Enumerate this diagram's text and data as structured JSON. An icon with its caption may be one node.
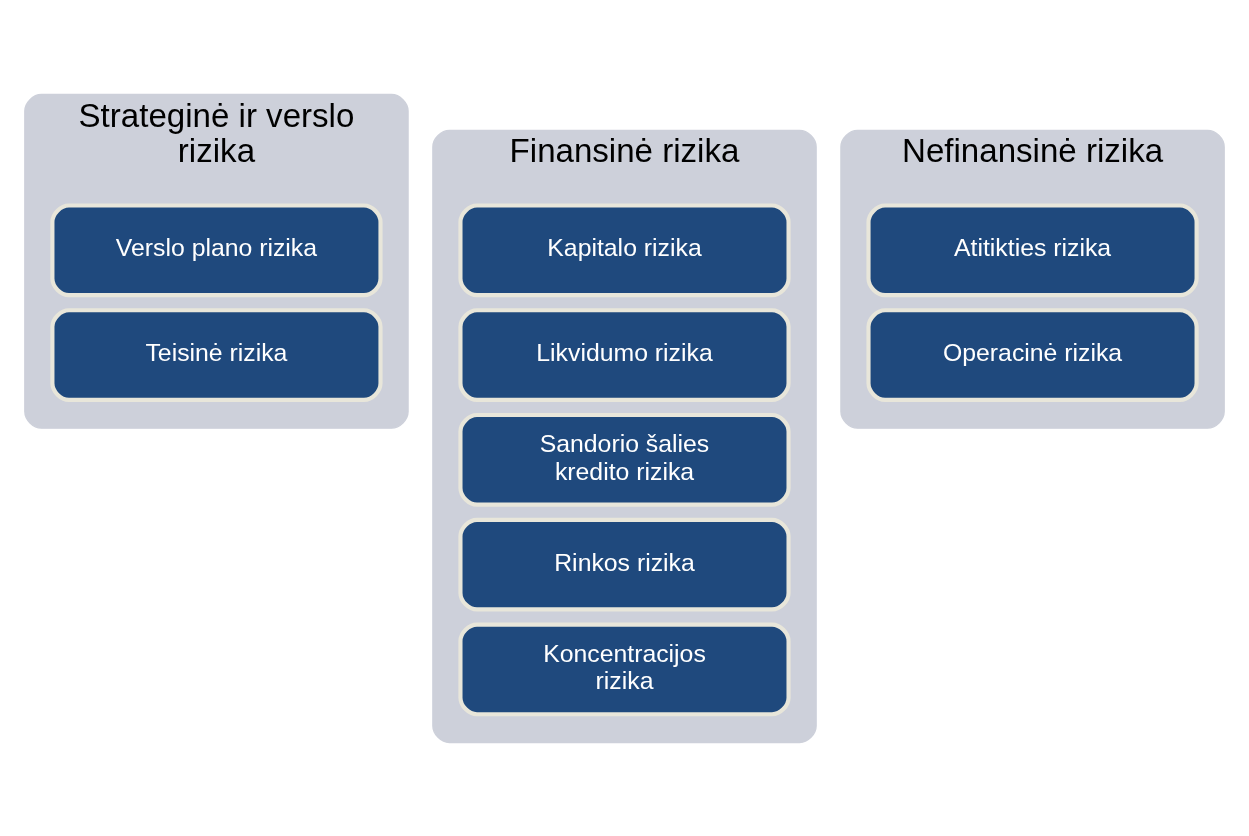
{
  "diagram": {
    "nodes": [
      {
        "text": [
          "Strateginė ir verslo rizika"
        ]
      },
      {
        "text": [
          "Verslo plano rizika"
        ],
        "in": 0
      },
      {
        "text": [
          "Teisinė rizika"
        ],
        "in": 0
      },
      {
        "text": [
          "Finansinė rizika"
        ]
      },
      {
        "text": [
          "Kapitalo rizika"
        ],
        "in": 3
      },
      {
        "text": [
          "Likvidumo rizika"
        ],
        "in": 3
      },
      {
        "text": [
          "Sandorio šalies kredito rizika"
        ],
        "in": 3
      },
      {
        "text": [
          "Rinkos rizika"
        ],
        "in": 3
      },
      {
        "text": [
          "Koncentracijos rizika"
        ],
        "in": 3
      },
      {
        "text": [
          "Nefinansinė rizika"
        ]
      },
      {
        "text": [
          "Atitikties rizika"
        ],
        "in": 9
      },
      {
        "text": [
          "Operacinė rizika"
        ],
        "in": 9
      }
    ],
    "edges": []
  }
}
